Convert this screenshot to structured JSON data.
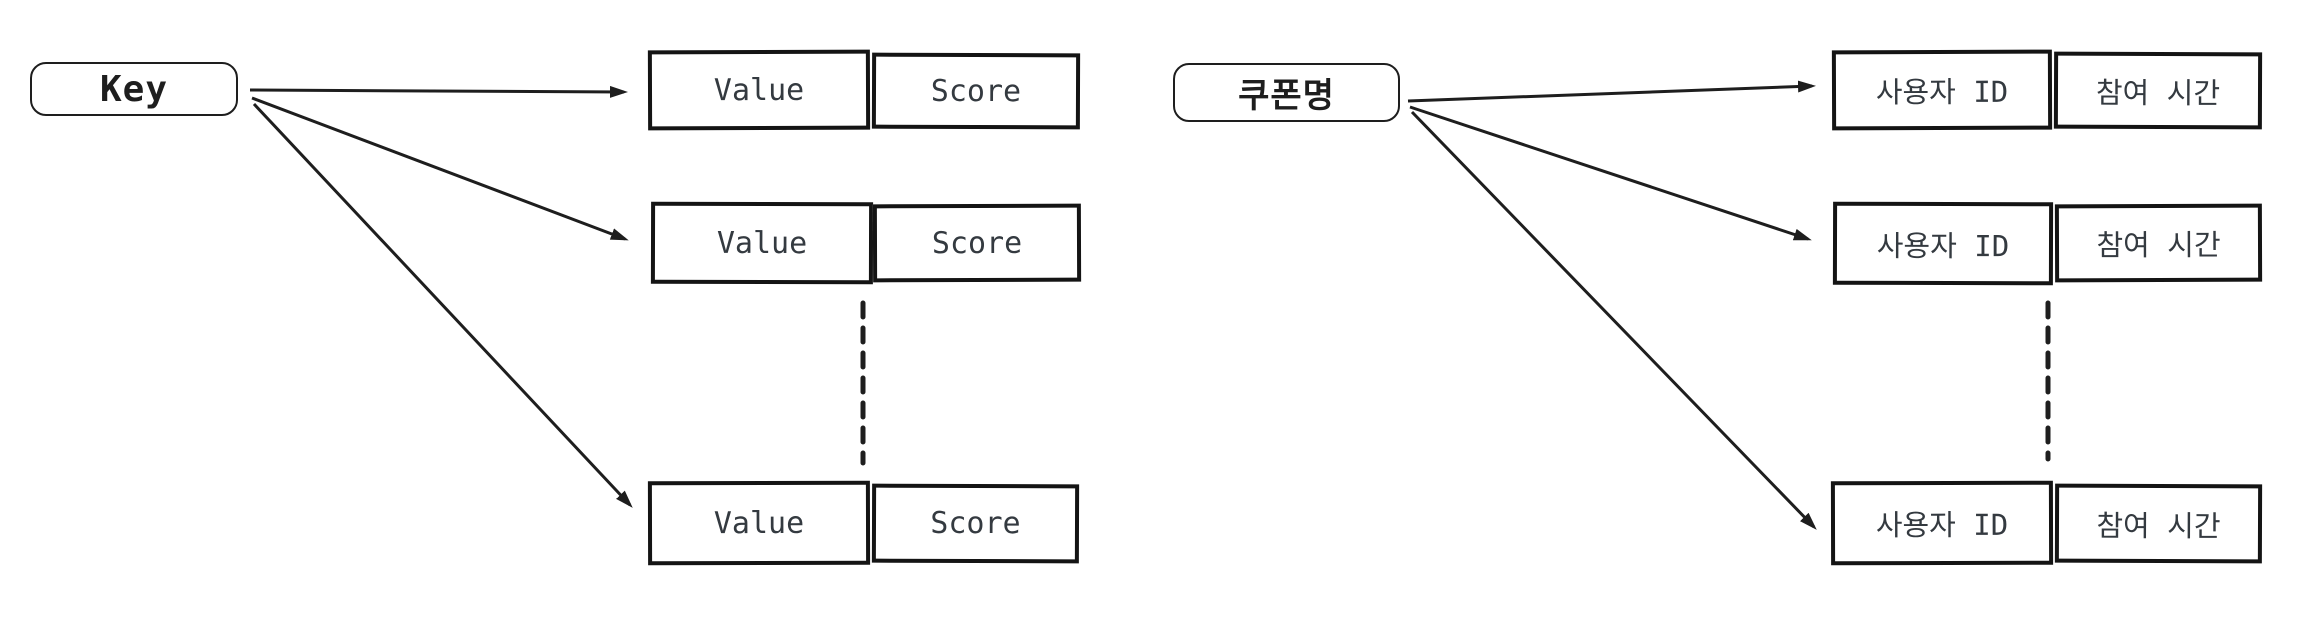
{
  "canvas": {
    "background": "#ffffff",
    "stroke_color": "#1e1e1e",
    "cell_border_color": "#141414",
    "cell_text_color": "#343a40"
  },
  "left_diagram": {
    "key_label": "Key",
    "rows": [
      {
        "value": "Value",
        "score": "Score"
      },
      {
        "value": "Value",
        "score": "Score"
      },
      {
        "value": "Value",
        "score": "Score"
      }
    ],
    "ellipsis_icon": "dashed-vertical-line"
  },
  "right_diagram": {
    "key_label": "쿠폰명",
    "rows": [
      {
        "user_id": "사용자 ID",
        "join_time": "참여 시간"
      },
      {
        "user_id": "사용자 ID",
        "join_time": "참여 시간"
      },
      {
        "user_id": "사용자 ID",
        "join_time": "참여 시간"
      }
    ],
    "ellipsis_icon": "dashed-vertical-line"
  }
}
